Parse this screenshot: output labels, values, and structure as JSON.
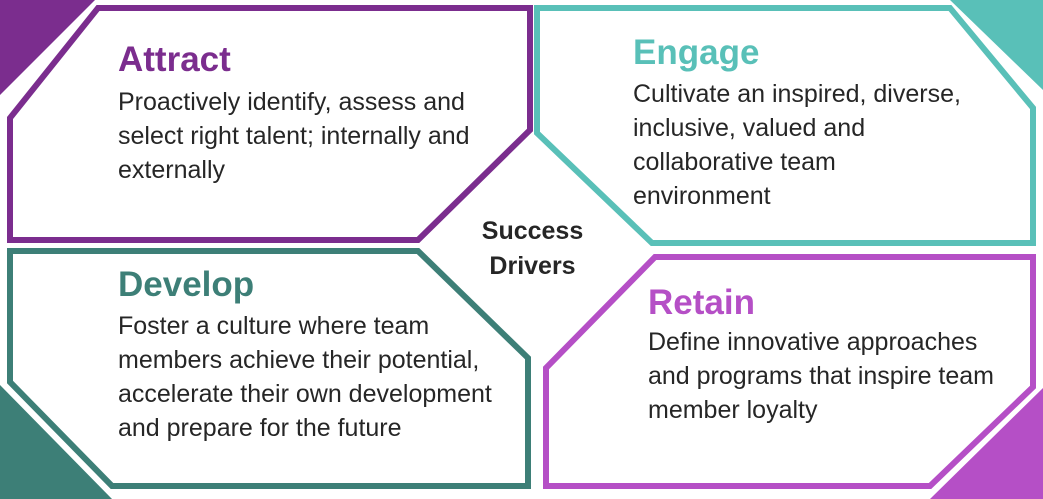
{
  "center": {
    "line1": "Success",
    "line2": "Drivers"
  },
  "quadrants": {
    "attract": {
      "title": "Attract",
      "description": "Proactively identify, assess and select right talent; internally and externally",
      "color": "#7b2d8e"
    },
    "engage": {
      "title": "Engage",
      "description": "Cultivate an inspired, diverse, inclusive, valued and collaborative team environment",
      "color": "#59c0b8"
    },
    "develop": {
      "title": "Develop",
      "description": "Foster a culture where team members achieve their potential, accelerate their own development and prepare for the future",
      "color": "#3d7f77"
    },
    "retain": {
      "title": "Retain",
      "description": "Define innovative approaches and programs that inspire team member loyalty",
      "color": "#b54fc6"
    }
  }
}
